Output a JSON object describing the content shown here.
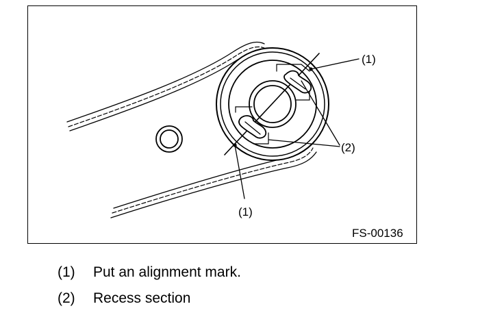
{
  "figure": {
    "code": "FS-00136",
    "callouts": {
      "top_right": "(1)",
      "bottom_left": "(1)",
      "recess": "(2)"
    }
  },
  "legend": [
    {
      "number": "(1)",
      "text": "Put an alignment mark."
    },
    {
      "number": "(2)",
      "text": "Recess section"
    }
  ]
}
